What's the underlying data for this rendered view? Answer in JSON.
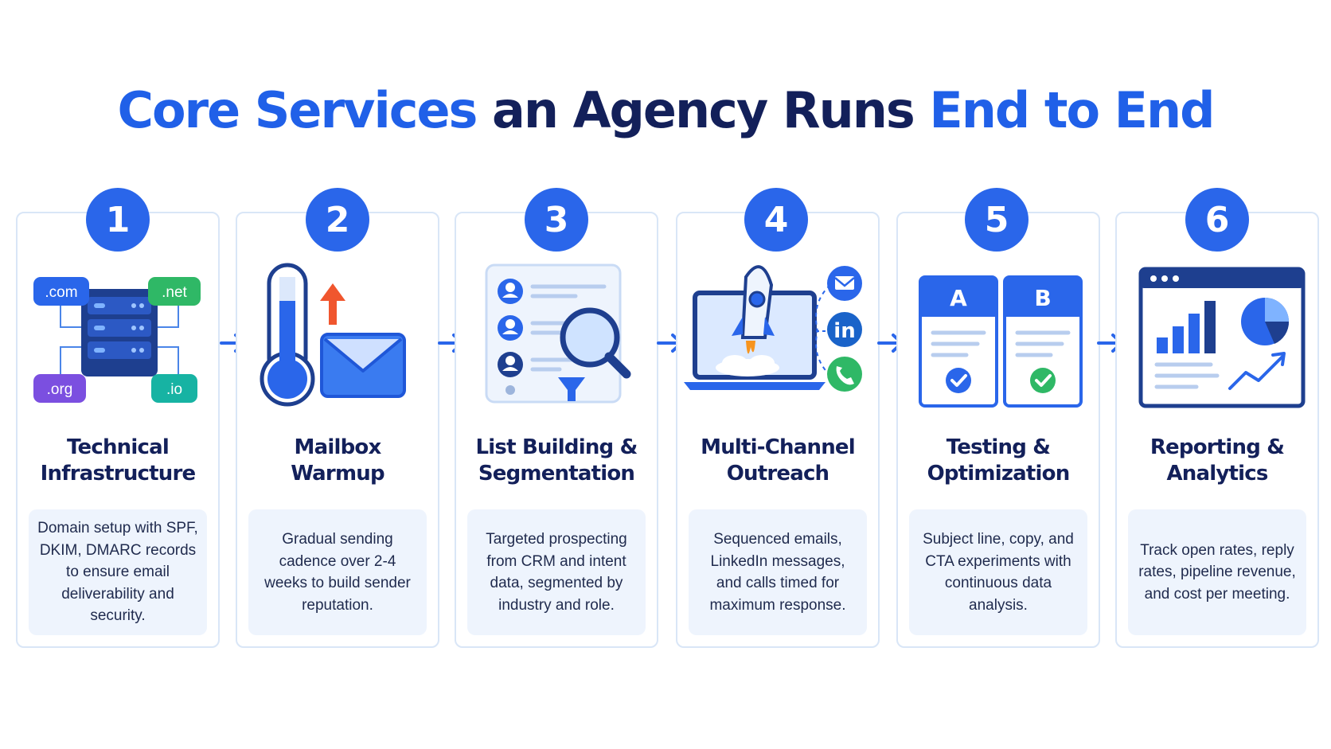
{
  "title": {
    "part1": "Core Services",
    "part2": " an Agency Runs ",
    "part3": "End to End"
  },
  "steps": [
    {
      "number": "1",
      "title_line1": "Technical",
      "title_line2": "Infrastructure",
      "description": "Domain setup with SPF, DKIM, DMARC records to ensure email deliverability and security.",
      "tags": [
        ".com",
        ".net",
        ".org",
        ".io"
      ],
      "icon": "server-network-icon"
    },
    {
      "number": "2",
      "title_line1": "Mailbox",
      "title_line2": "Warmup",
      "description": "Gradual sending cadence over 2-4 weeks to build sender reputation.",
      "icon": "thermometer-envelope-icon"
    },
    {
      "number": "3",
      "title_line1": "List Building &",
      "title_line2": "Segmentation",
      "description": "Targeted prospecting from CRM and intent data, segmented by industry and role.",
      "icon": "contact-list-magnifier-icon"
    },
    {
      "number": "4",
      "title_line1": "Multi-Channel",
      "title_line2": "Outreach",
      "description": "Sequenced emails, LinkedIn messages, and calls timed for maximum response.",
      "linkedin_label": "in",
      "icon": "rocket-laptop-icon"
    },
    {
      "number": "5",
      "title_line1": "Testing &",
      "title_line2": "Optimization",
      "description": "Subject line, copy, and CTA experiments with continuous data analysis.",
      "variant_a": "A",
      "variant_b": "B",
      "icon": "ab-test-icon"
    },
    {
      "number": "6",
      "title_line1": "Reporting &",
      "title_line2": "Analytics",
      "description": "Track open rates, reply rates, pipeline revenue, and cost per meeting.",
      "icon": "dashboard-chart-icon"
    }
  ],
  "colors": {
    "primary": "#2a66ea",
    "navy": "#13205a",
    "card_border": "#d9e6f7",
    "desc_bg": "#eef4fd",
    "green": "#2fb866",
    "purple": "#7b4fe0",
    "teal": "#17b3a3",
    "orange": "#f0562e"
  }
}
